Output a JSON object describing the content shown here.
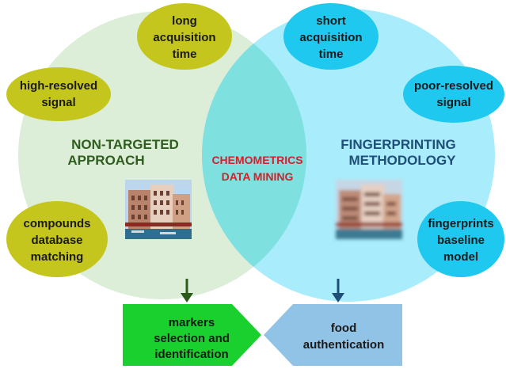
{
  "left_circle": {
    "label_lines": [
      "NON-TARGETED",
      "APPROACH"
    ],
    "fill": "#dcedd8",
    "label_color": "#2f5d1e",
    "photo": "sharp venice building photo"
  },
  "right_circle": {
    "label_lines": [
      "FINGERPRINTING",
      "METHODOLOGY"
    ],
    "fill": "#a9ecfb",
    "label_color": "#1f4e79",
    "photo": "blurred venice building photo"
  },
  "intersection": {
    "label_lines": [
      "CHEMOMETRICS",
      "DATA MINING"
    ],
    "fill": "#7fe0e0",
    "label_color": "#d4202a"
  },
  "left_bubbles": [
    {
      "id": "long-acquisition-time",
      "lines": [
        "long",
        "acquisition",
        "time"
      ]
    },
    {
      "id": "high-resolved-signal",
      "lines": [
        "high-resolved",
        "signal"
      ]
    },
    {
      "id": "compounds-database-matching",
      "lines": [
        "compounds",
        "database",
        "matching"
      ]
    }
  ],
  "right_bubbles": [
    {
      "id": "short-acquisition-time",
      "lines": [
        "short",
        "acquisition",
        "time"
      ]
    },
    {
      "id": "poor-resolved-signal",
      "lines": [
        "poor-resolved",
        "signal"
      ]
    },
    {
      "id": "fingerprints-baseline-model",
      "lines": [
        "fingerprints",
        "baseline",
        "model"
      ]
    }
  ],
  "bubble_colors": {
    "left": "#c5c61d",
    "right": "#1ec8ef"
  },
  "outcomes": {
    "left": {
      "lines": [
        "markers",
        "selection and",
        "identification"
      ],
      "fill": "#19d02e",
      "arrow_color": "#2b5b1a"
    },
    "right": {
      "lines": [
        "food",
        "authentication"
      ],
      "fill": "#91c3e6",
      "arrow_color": "#1f4e79"
    }
  }
}
